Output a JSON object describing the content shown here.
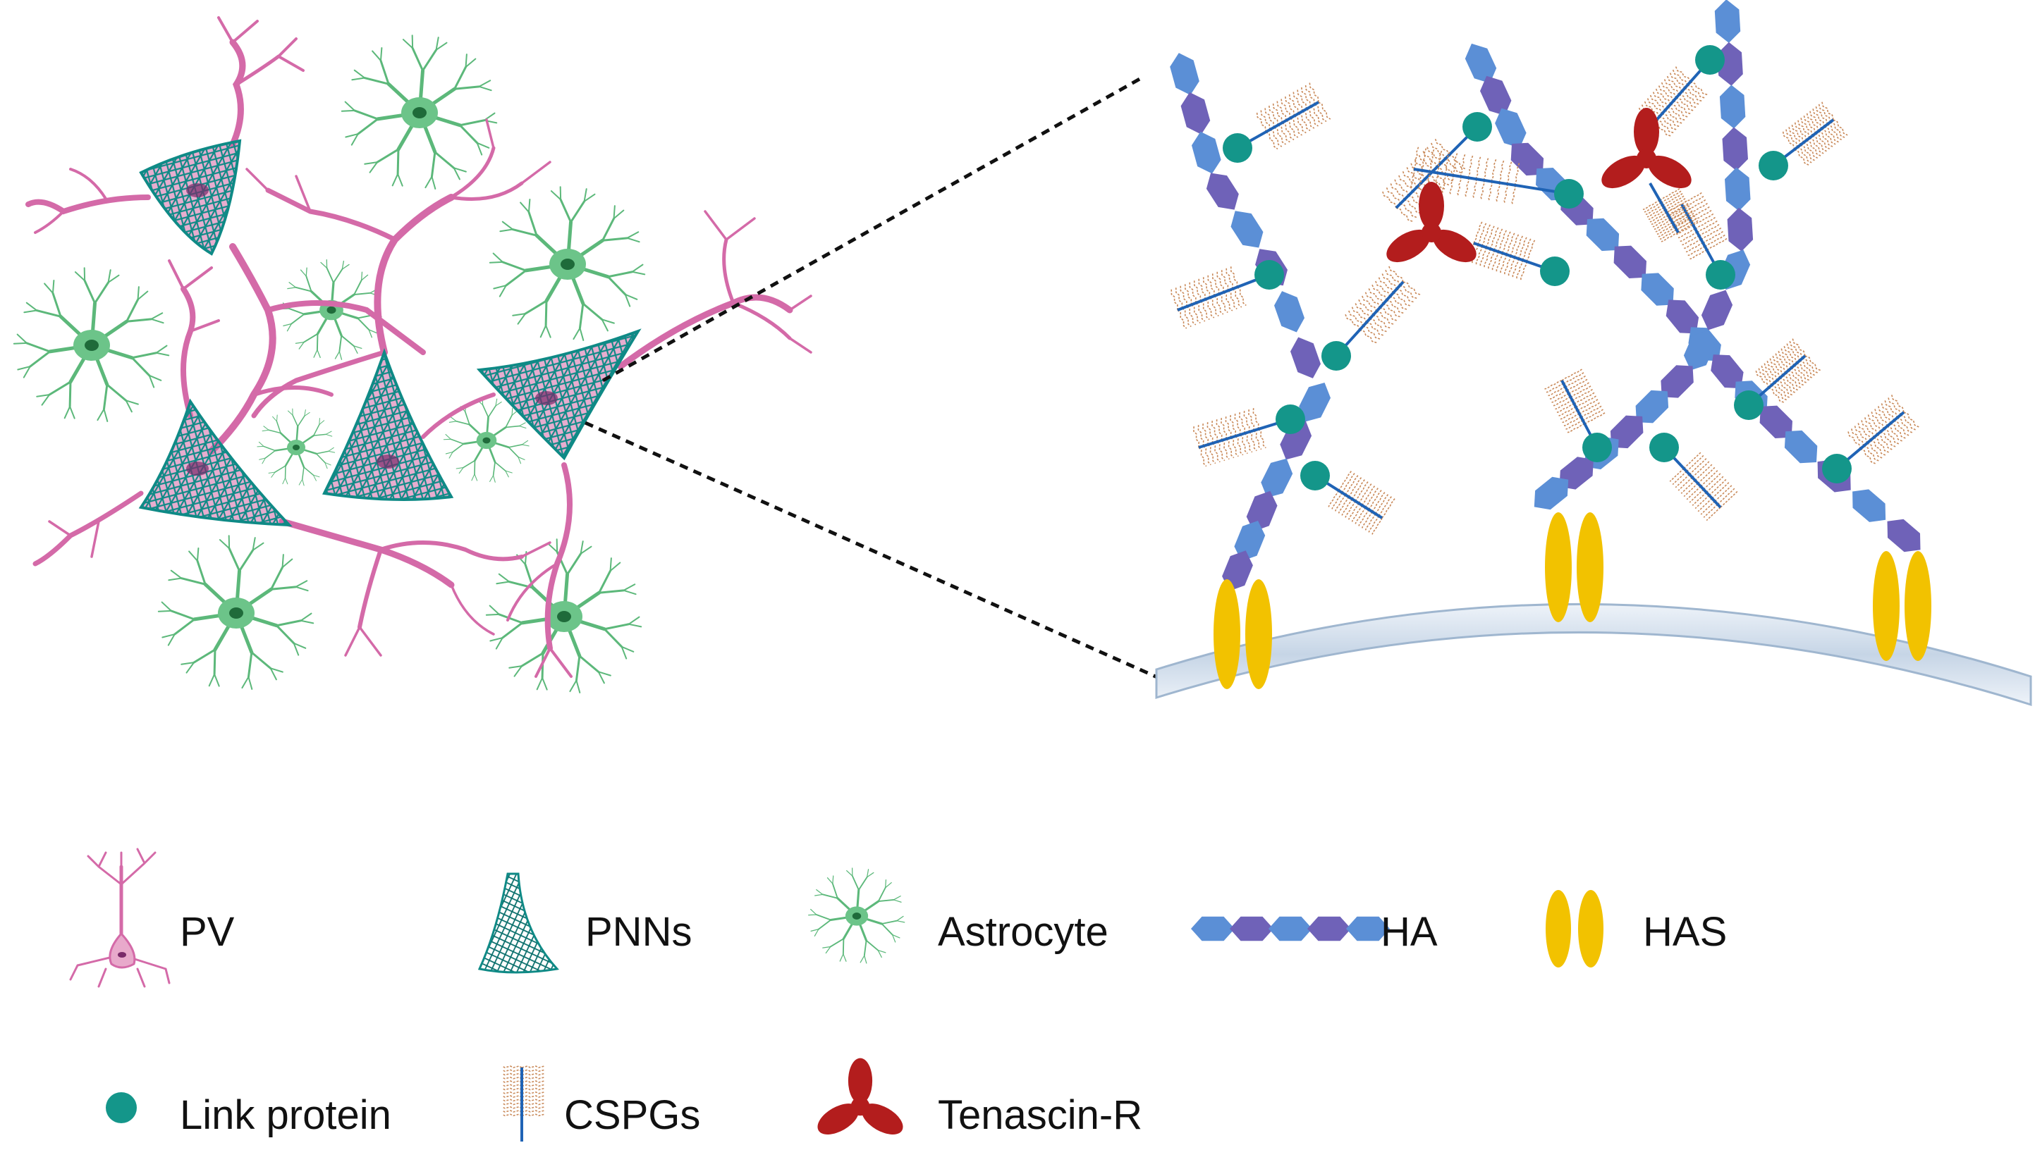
{
  "legend": {
    "row1": [
      {
        "key": "pv",
        "label": "PV",
        "icon": "pv-neuron-icon",
        "color": "#d46aa8"
      },
      {
        "key": "pnns",
        "label": "PNNs",
        "icon": "pnn-net-icon",
        "color": "#0f8a86"
      },
      {
        "key": "astrocyte",
        "label": "Astrocyte",
        "icon": "astrocyte-icon",
        "color": "#5cb87a"
      },
      {
        "key": "ha",
        "label": "HA",
        "icon": "ha-chain-icon",
        "color": "#5b8fd6"
      },
      {
        "key": "has",
        "label": "HAS",
        "icon": "has-synthase-icon",
        "color": "#f2c200"
      }
    ],
    "row2": [
      {
        "key": "link",
        "label": "Link protein",
        "icon": "link-protein-icon",
        "color": "#14968a"
      },
      {
        "key": "cspg",
        "label": "CSPGs",
        "icon": "cspg-icon",
        "color": "#1f63b5"
      },
      {
        "key": "tnr",
        "label": "Tenascin-R",
        "icon": "tenascin-r-icon",
        "color": "#b31d1d"
      }
    ]
  },
  "colors": {
    "pv": "#d46aa8",
    "pnn": "#0f8a86",
    "astrocyte": "#5cb87a",
    "astrocyte_body": "#3e9e5c",
    "ha_light": "#5b8fd6",
    "ha_dark": "#6f62b8",
    "has": "#f2c200",
    "link": "#14968a",
    "cspg_core": "#1f63b5",
    "cspg_chain": "#c98a5a",
    "tenascin": "#b31d1d",
    "membrane": "#c9d6e6"
  }
}
